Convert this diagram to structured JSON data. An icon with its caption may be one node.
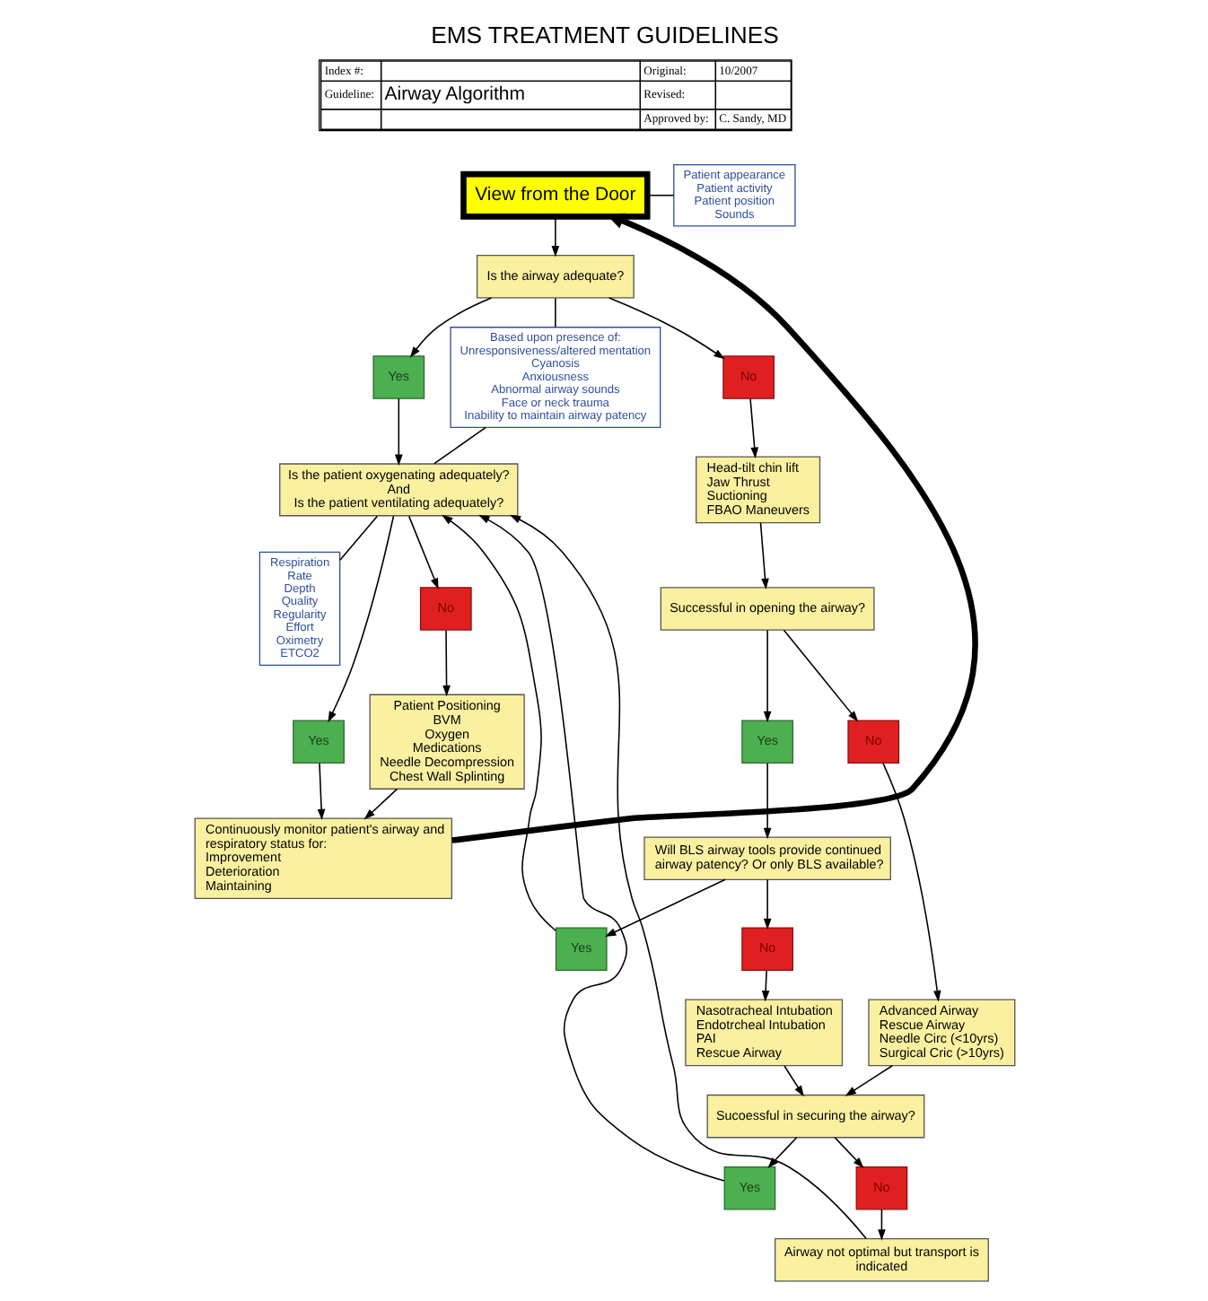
{
  "diagram": {
    "title": "EMS TREATMENT GUIDELINES",
    "nodes": [
      {
        "text": [
          "View from the Door"
        ]
      },
      {
        "text": [
          "Patient appearance",
          "Patient activity",
          "Patient position",
          "Sounds"
        ]
      },
      {
        "text": [
          "Is the airway adequate?"
        ]
      },
      {
        "text": [
          "Yes"
        ]
      },
      {
        "text": [
          "No"
        ]
      },
      {
        "text": [
          "Based upon presence of:",
          "Unresponsiveness/altered mentation",
          "Cyanosis",
          "Anxiousness",
          "Abnormal airway sounds",
          "Face or neck trauma",
          "Inability to maintain airway patency"
        ]
      },
      {
        "text": [
          "Head-tilt chin lift",
          "Jaw Thrust",
          "Suctioning",
          "FBAO Maneuvers"
        ]
      },
      {
        "text": [
          "Is the patient oxygenating adequately?",
          "And",
          "Is the patient ventilating adequately?"
        ]
      },
      {
        "text": [
          "Successful in opening the airway?"
        ]
      },
      {
        "text": [
          "Respiration",
          "Rate",
          "Depth",
          "Quality",
          "Regularity",
          "Effort",
          "Oximetry",
          "ETCO2"
        ]
      },
      {
        "text": [
          "Yes"
        ]
      },
      {
        "text": [
          "No"
        ]
      },
      {
        "text": [
          "Yes"
        ]
      },
      {
        "text": [
          "No"
        ]
      },
      {
        "text": [
          "Patient Positioning",
          "BVM",
          "Oxygen",
          "Medications",
          "Needle Decompression",
          "Chest Wall Splinting"
        ]
      },
      {
        "text": [
          "Will BLS airway tools provide continued airway patency? Or only BLS available?"
        ]
      },
      {
        "text": [
          "Advanced Airway",
          "Rescue Airway",
          "Needle Circ (<10yrs)",
          "Surgical Cric (>10yrs)"
        ]
      },
      {
        "text": [
          "Yes"
        ]
      },
      {
        "text": [
          "No"
        ]
      },
      {
        "text": [
          "Nasotracheal Intubation",
          "Endotrcheal Intubation",
          "PAI",
          "Rescue Airway"
        ]
      },
      {
        "text": [
          "Continuously monitor patient's airway and respiratory status for:",
          "Improvement",
          "Deterioration",
          "Maintaining"
        ]
      },
      {
        "text": [
          "Sucoessful in securing the airway?"
        ]
      },
      {
        "text": [
          "Yes"
        ]
      },
      {
        "text": [
          "No"
        ]
      },
      {
        "text": [
          "Airway not optimal but transport is indicated"
        ]
      }
    ],
    "edges": [
      {
        "from": 0,
        "to": 2,
        "arrow": "to"
      },
      {
        "from": 0,
        "to": 1,
        "arrow": "none"
      },
      {
        "from": 2,
        "to": 3,
        "arrow": "to"
      },
      {
        "from": 2,
        "to": 4,
        "arrow": "to"
      },
      {
        "from": 2,
        "to": 5,
        "arrow": "none"
      },
      {
        "from": 5,
        "to": 7,
        "arrow": "none"
      },
      {
        "from": 3,
        "to": 7,
        "arrow": "to"
      },
      {
        "from": 4,
        "to": 6,
        "arrow": "to"
      },
      {
        "from": 6,
        "to": 8,
        "arrow": "to"
      },
      {
        "from": 7,
        "to": 9,
        "arrow": "none"
      },
      {
        "from": 7,
        "to": 10,
        "arrow": "to"
      },
      {
        "from": 7,
        "to": 11,
        "arrow": "to"
      },
      {
        "from": 11,
        "to": 14,
        "arrow": "to"
      },
      {
        "from": 10,
        "to": 20,
        "arrow": "to"
      },
      {
        "from": 14,
        "to": 20,
        "arrow": "to"
      },
      {
        "from": 20,
        "to": 0,
        "arrow": "to",
        "style": "thick"
      },
      {
        "from": 8,
        "to": 12,
        "arrow": "to"
      },
      {
        "from": 8,
        "to": 13,
        "arrow": "to"
      },
      {
        "from": 12,
        "to": 15,
        "arrow": "to"
      },
      {
        "from": 13,
        "to": 16,
        "arrow": "to"
      },
      {
        "from": 15,
        "to": 17,
        "arrow": "to"
      },
      {
        "from": 15,
        "to": 18,
        "arrow": "to"
      },
      {
        "from": 18,
        "to": 19,
        "arrow": "to"
      },
      {
        "from": 17,
        "to": 7,
        "arrow": "to"
      },
      {
        "from": 19,
        "to": 21,
        "arrow": "to"
      },
      {
        "from": 16,
        "to": 21,
        "arrow": "to"
      },
      {
        "from": 21,
        "to": 22,
        "arrow": "to"
      },
      {
        "from": 21,
        "to": 23,
        "arrow": "to"
      },
      {
        "from": 23,
        "to": 24,
        "arrow": "to"
      },
      {
        "from": 22,
        "to": 7,
        "arrow": "to"
      },
      {
        "from": 24,
        "to": 7,
        "arrow": "to"
      }
    ],
    "labels": [
      "Index #:",
      "Original:",
      "10/2007",
      "Guideline:",
      "Airway Algorithm",
      "Revised:",
      "Approved by:",
      "C. Sandy, MD"
    ]
  }
}
